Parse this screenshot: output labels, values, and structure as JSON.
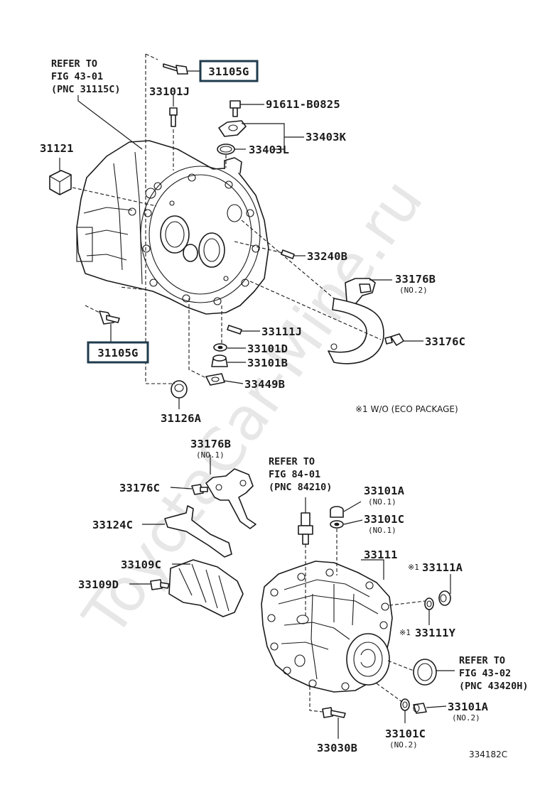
{
  "watermark": "ToyotaCar-Mine.ru",
  "figure_id": "334182C",
  "note": "※1 W/O (ECO PACKAGE)",
  "refs": {
    "upper_left": {
      "line1": "REFER TO",
      "line2": "FIG 43-01",
      "line3": "(PNC 31115C)"
    },
    "lower_middle": {
      "line1": "REFER TO",
      "line2": "FIG 84-01",
      "line3": "(PNC 84210)"
    },
    "lower_right": {
      "line1": "REFER TO",
      "line2": "FIG 43-02",
      "line3": "(PNC 43420H)"
    }
  },
  "labels": {
    "p31105g_top": "31105G",
    "p31105g_bottom": "31105G",
    "p33101j": "33101J",
    "p91611": "91611-B0825",
    "p33403k": "33403K",
    "p33403l": "33403L",
    "p31121": "31121",
    "p33240b": "33240B",
    "p33176b_top": "33176B",
    "p33176b_top_sub": "(NO.2)",
    "p33111j": "33111J",
    "p33176c_top": "33176C",
    "p33101d": "33101D",
    "p33101b": "33101B",
    "p33449b": "33449B",
    "p31126a": "31126A",
    "p33176b_low": "33176B",
    "p33176b_low_sub": "(NO.1)",
    "p33176c_low": "33176C",
    "p33124c": "33124C",
    "p33109c": "33109C",
    "p33109d": "33109D",
    "p33101a_top": "33101A",
    "p33101a_top_sub": "(NO.1)",
    "p33101c_top": "33101C",
    "p33101c_top_sub": "(NO.1)",
    "p33111": "33111",
    "p33111a_mark": "※1",
    "p33111a": "33111A",
    "p33111y_mark": "※1",
    "p33111y": "33111Y",
    "p33101a_low": "33101A",
    "p33101a_low_sub": "(NO.2)",
    "p33101c_low": "33101C",
    "p33101c_low_sub": "(NO.2)",
    "p33030b": "33030B"
  },
  "highlight_color": "#1f3b4d"
}
